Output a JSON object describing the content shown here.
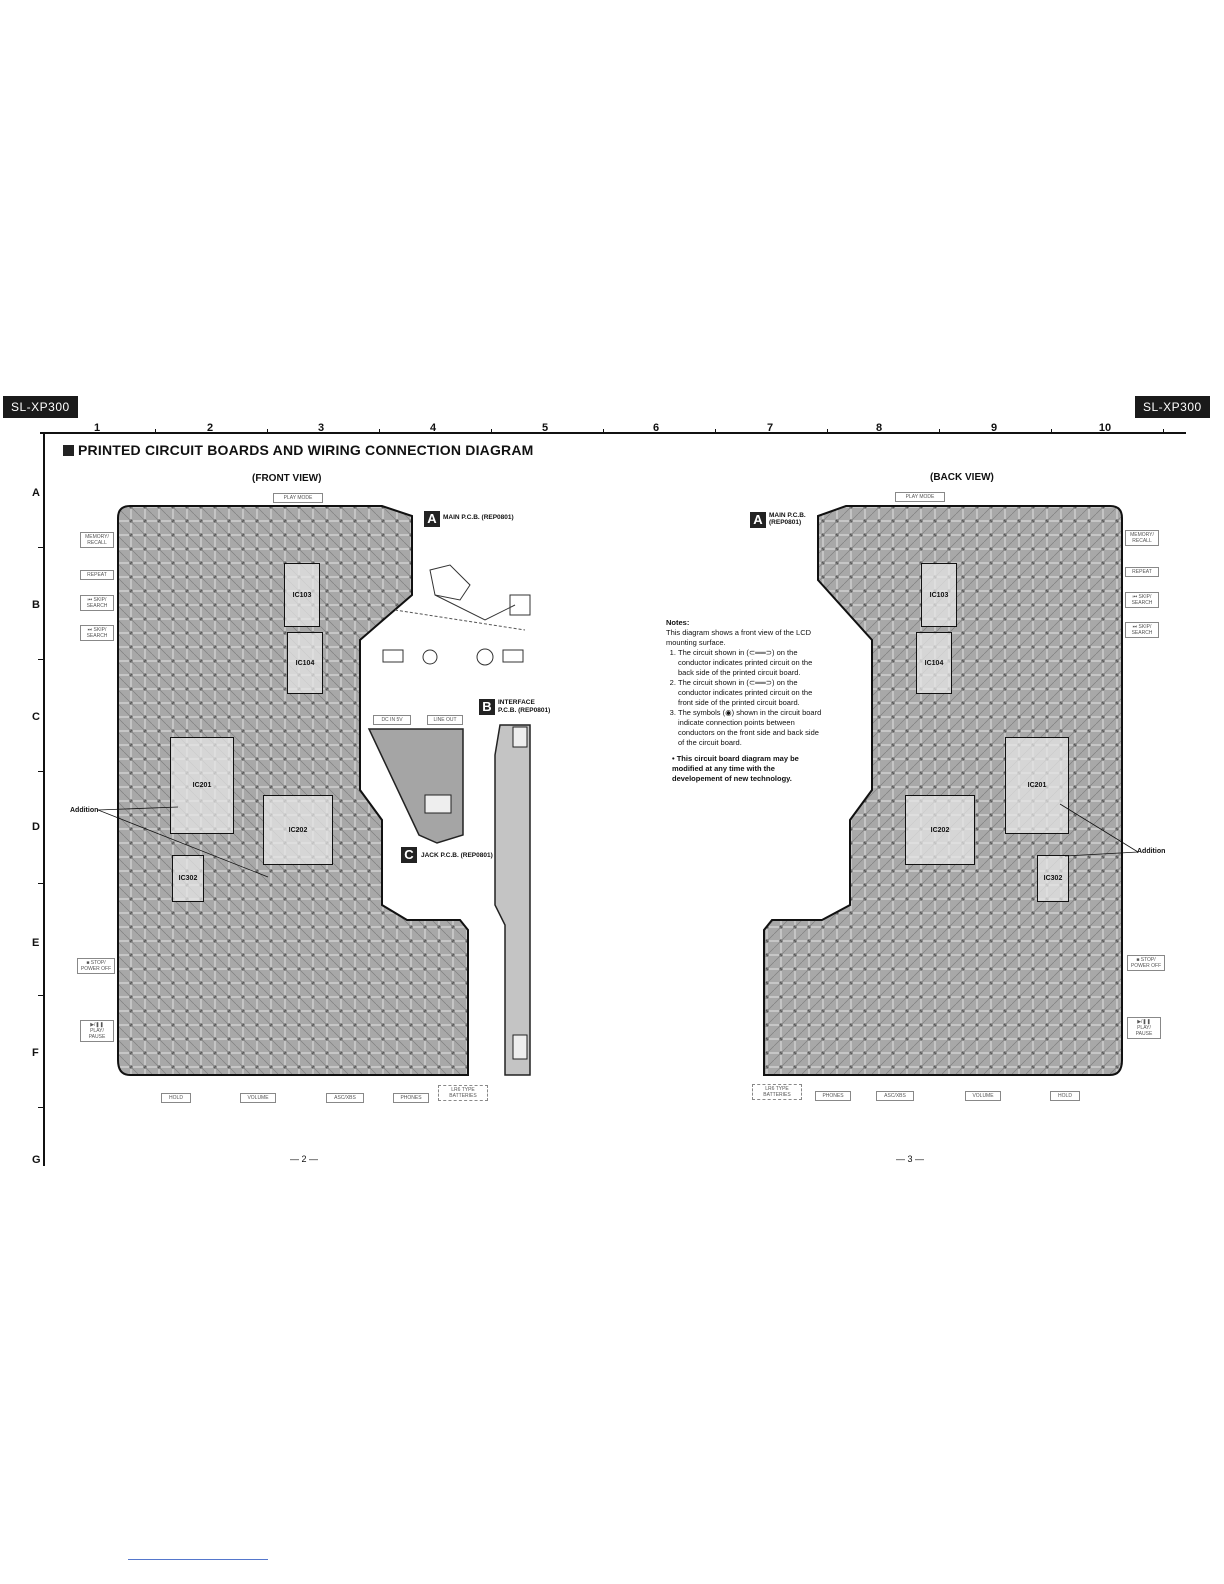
{
  "model": "SL-XP300",
  "columns": [
    "1",
    "2",
    "3",
    "4",
    "5",
    "6",
    "7",
    "8",
    "9",
    "10"
  ],
  "rows": [
    "A",
    "B",
    "C",
    "D",
    "E",
    "F",
    "G"
  ],
  "heading": "PRINTED CIRCUIT BOARDS AND WIRING CONNECTION DIAGRAM",
  "front_view": "(FRONT VIEW)",
  "back_view": "(BACK VIEW)",
  "boards": {
    "a_badge": "A",
    "a_label": "MAIN P.C.B. (REP0801)",
    "a_label_back_1": "MAIN P.C.B.",
    "a_label_back_2": "(REP0801)",
    "b_badge": "B",
    "b_label_1": "INTERFACE",
    "b_label_2": "P.C.B. (REP0801)",
    "c_badge": "C",
    "c_label": "JACK P.C.B. (REP0801)"
  },
  "ics": {
    "ic103": "IC103",
    "ic104": "IC104",
    "ic201": "IC201",
    "ic202": "IC202",
    "ic302": "IC302"
  },
  "buttons_front": {
    "play_mode": "PLAY MODE",
    "memory_recall": "MEMORY/ RECALL",
    "repeat": "REPEAT",
    "skip_back": "⏮ SKIP/ SEARCH",
    "skip_fwd": "⏭ SKIP/ SEARCH",
    "stop": "■ STOP/ POWER OFF",
    "play_pause": "▶/❚❚ PLAY/ PAUSE",
    "hold": "HOLD",
    "volume": "VOLUME",
    "asc": "ASC/XBS",
    "phones": "PHONES",
    "batteries": "LR6 TYPE BATTERIES",
    "dc_in": "DC IN 5V",
    "line_out": "LINE OUT"
  },
  "addition": "Addition",
  "notes": {
    "title": "Notes:",
    "intro": "This diagram shows a front view of the LCD mounting surface.",
    "items": [
      "The circuit shown in (⊂══⊃) on the conductor indicates printed circuit on the back side of the printed circuit board.",
      "The circuit shown in (⊂══⊃) on the conductor indicates printed circuit on the front side of the printed circuit board.",
      "The symbols (◉) shown in the circuit board indicate connection points between conductors on the front side and back side of the circuit board."
    ],
    "warning": "• This circuit board diagram may be modified at any time with the developement of new technology."
  },
  "page_left": "— 2 —",
  "page_right": "— 3 —"
}
